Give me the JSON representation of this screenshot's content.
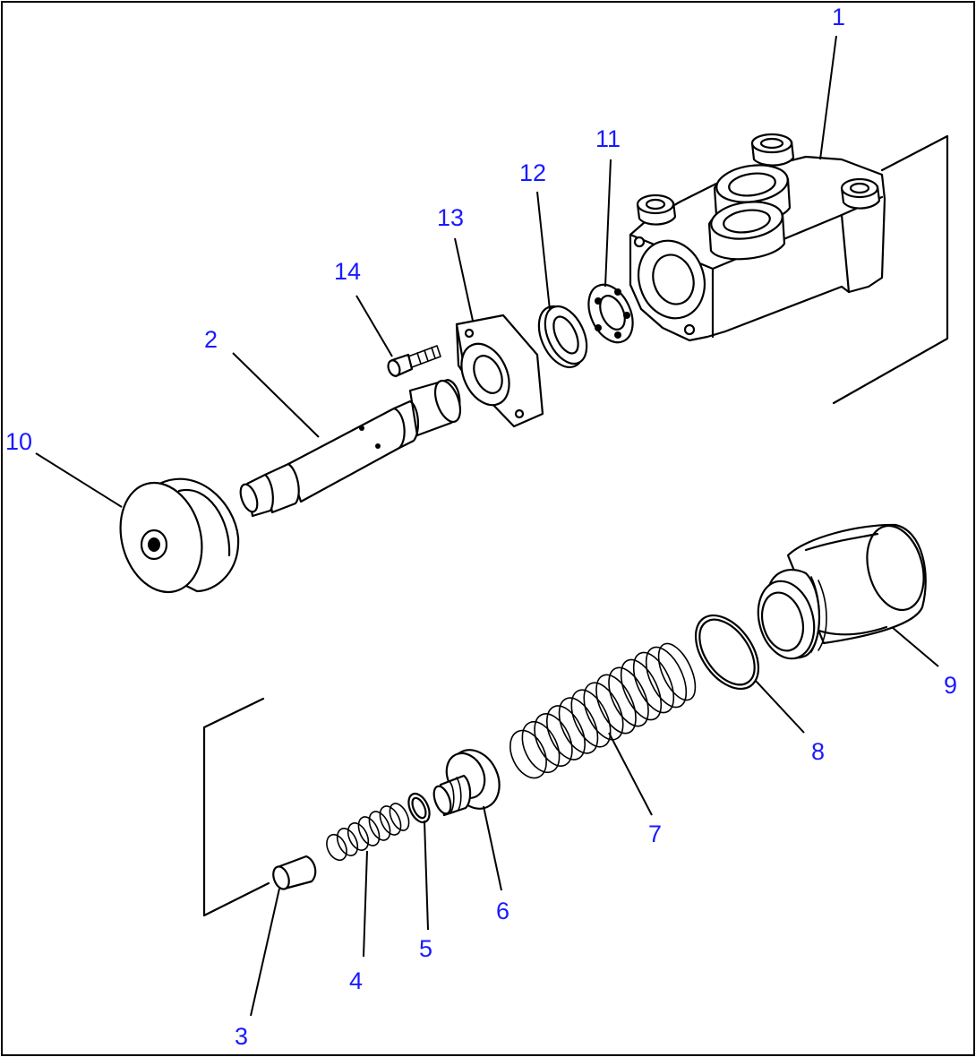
{
  "colors": {
    "callout": "#1a1aff",
    "line": "#000000",
    "background": "#ffffff"
  },
  "callouts": [
    {
      "id": "c1",
      "text": "1"
    },
    {
      "id": "c2",
      "text": "2"
    },
    {
      "id": "c3",
      "text": "3"
    },
    {
      "id": "c4",
      "text": "4"
    },
    {
      "id": "c5",
      "text": "5"
    },
    {
      "id": "c6",
      "text": "6"
    },
    {
      "id": "c7",
      "text": "7"
    },
    {
      "id": "c8",
      "text": "8"
    },
    {
      "id": "c9",
      "text": "9"
    },
    {
      "id": "c10",
      "text": "10"
    },
    {
      "id": "c11",
      "text": "11"
    },
    {
      "id": "c12",
      "text": "12"
    },
    {
      "id": "c13",
      "text": "13"
    },
    {
      "id": "c14",
      "text": "14"
    }
  ]
}
